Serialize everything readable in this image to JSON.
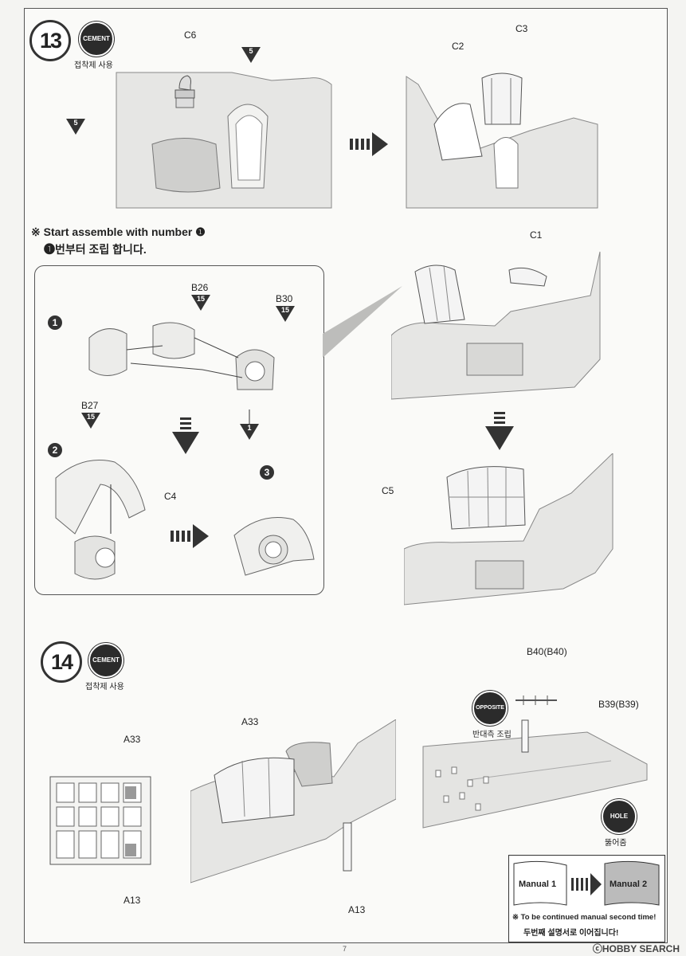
{
  "step13": {
    "number": "13",
    "cement_badge": "CEMENT",
    "cement_korean": "접착제 사용",
    "labels": {
      "c6": "C6",
      "c2": "C2",
      "c3": "C3",
      "c1": "C1",
      "c4": "C4",
      "c5": "C5",
      "b26": "B26",
      "b30": "B30",
      "b27": "B27"
    },
    "triangle_marks": {
      "five": "5",
      "fifteen": "15",
      "one": "1"
    },
    "note_en": "※ Start assemble with number ❶",
    "note_kr": "❶번부터 조립 합니다.",
    "sub_steps": [
      "1",
      "2",
      "3"
    ]
  },
  "step14": {
    "number": "14",
    "cement_badge": "CEMENT",
    "cement_korean": "접착제 사용",
    "labels": {
      "a33_left": "A33",
      "a13_left": "A13",
      "a33_mid": "A33",
      "a13_mid": "A13",
      "b40": "B40(B40)",
      "b39": "B39(B39)"
    },
    "opposite_badge": "OPPOSITE",
    "opposite_korean": "반대측 조립",
    "hole_badge": "HOLE",
    "hole_korean": "뚫어줌"
  },
  "continue_box": {
    "manual1": "Manual 1",
    "manual2": "Manual 2",
    "line_en": "※ To be continued manual second time!",
    "line_kr": "두번째 설명서로 이어집니다!"
  },
  "page_number": "7",
  "watermark": "ⓒHOBBY SEARCH"
}
